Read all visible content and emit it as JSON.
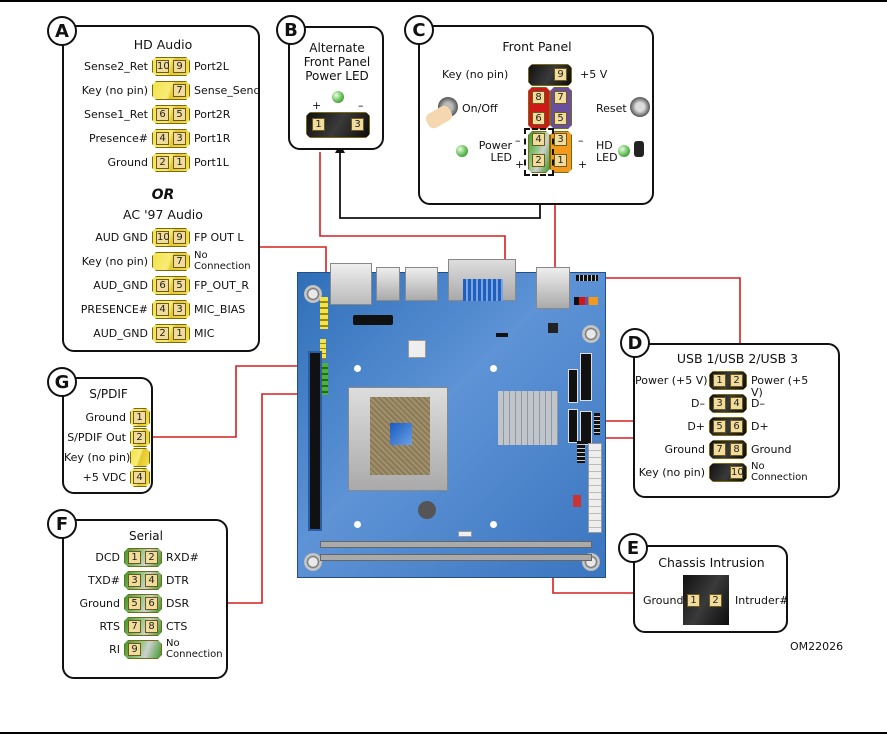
{
  "figure_id": "OM22026",
  "callouts": {
    "A": {
      "letter": "A",
      "hd_title": "HD Audio",
      "hd_rows": [
        {
          "left": "Sense2_Ret",
          "pins": [
            "10",
            "9"
          ],
          "right": "Port2L"
        },
        {
          "left": "Key (no pin)",
          "pins": [
            "",
            "7"
          ],
          "right": "Sense_Send"
        },
        {
          "left": "Sense1_Ret",
          "pins": [
            "6",
            "5"
          ],
          "right": "Port2R"
        },
        {
          "left": "Presence#",
          "pins": [
            "4",
            "3"
          ],
          "right": "Port1R"
        },
        {
          "left": "Ground",
          "pins": [
            "2",
            "1"
          ],
          "right": "Port1L"
        }
      ],
      "or_label": "OR",
      "ac97_title": "AC '97 Audio",
      "ac97_rows": [
        {
          "left": "AUD GND",
          "pins": [
            "10",
            "9"
          ],
          "right": "FP OUT L"
        },
        {
          "left": "Key (no pin)",
          "pins": [
            "",
            "7"
          ],
          "right": "No Connection"
        },
        {
          "left": "AUD_GND",
          "pins": [
            "6",
            "5"
          ],
          "right": "FP_OUT_R"
        },
        {
          "left": "PRESENCE#",
          "pins": [
            "4",
            "3"
          ],
          "right": "MIC_BIAS"
        },
        {
          "left": "AUD_GND",
          "pins": [
            "2",
            "1"
          ],
          "right": "MIC"
        }
      ]
    },
    "B": {
      "letter": "B",
      "title_lines": [
        "Alternate",
        "Front Panel",
        "Power LED"
      ],
      "plus": "+",
      "minus": "–",
      "pins": [
        "1",
        "",
        "3"
      ]
    },
    "C": {
      "letter": "C",
      "title": "Front Panel",
      "key_label": "Key (no pin)",
      "pin9": "9",
      "plus5v": "+5 V",
      "onoff": "On/Off",
      "reset": "Reset",
      "pins_left": [
        "8",
        "6",
        "4",
        "2"
      ],
      "pins_right": [
        "7",
        "5",
        "3",
        "1"
      ],
      "power_led": [
        "Power",
        "LED"
      ],
      "hd_led": [
        "HD",
        "LED"
      ],
      "minus": "–",
      "plus": "+"
    },
    "D": {
      "letter": "D",
      "title": "USB 1/USB 2/USB 3",
      "rows": [
        {
          "left": "Power (+5 V)",
          "pins": [
            "1",
            "2"
          ],
          "right": "Power (+5 V)"
        },
        {
          "left": "D–",
          "pins": [
            "3",
            "4"
          ],
          "right": "D–"
        },
        {
          "left": "D+",
          "pins": [
            "5",
            "6"
          ],
          "right": "D+"
        },
        {
          "left": "Ground",
          "pins": [
            "7",
            "8"
          ],
          "right": "Ground"
        },
        {
          "left": "Key (no pin)",
          "pins": [
            "",
            "10"
          ],
          "right": "No Connection"
        }
      ]
    },
    "E": {
      "letter": "E",
      "title": "Chassis Intrusion",
      "left": "Ground",
      "pins": [
        "1",
        "2"
      ],
      "right": "Intruder#"
    },
    "F": {
      "letter": "F",
      "title": "Serial",
      "rows": [
        {
          "left": "DCD",
          "pins": [
            "1",
            "2"
          ],
          "right": "RXD#"
        },
        {
          "left": "TXD#",
          "pins": [
            "3",
            "4"
          ],
          "right": "DTR"
        },
        {
          "left": "Ground",
          "pins": [
            "5",
            "6"
          ],
          "right": "DSR"
        },
        {
          "left": "RTS",
          "pins": [
            "7",
            "8"
          ],
          "right": "CTS"
        },
        {
          "left": "RI",
          "pins": [
            "9",
            ""
          ],
          "right": "No Connection"
        }
      ]
    },
    "G": {
      "letter": "G",
      "title": "S/PDIF",
      "rows": [
        {
          "left": "Ground",
          "pin": "1"
        },
        {
          "left": "S/PDIF Out",
          "pin": "2"
        },
        {
          "left": "Key (no pin)",
          "pin": ""
        },
        {
          "left": "+5 VDC",
          "pin": "4"
        }
      ]
    }
  },
  "colors": {
    "wire": "#d42020",
    "arrow": "#111111",
    "board": "#4a86cc",
    "audio_header": "#f4e24a",
    "serial_header": "#3c9a2e",
    "power_sw": "#d01818",
    "reset_sw": "#6a4fa0",
    "hdd_led": "#f29a1e"
  }
}
